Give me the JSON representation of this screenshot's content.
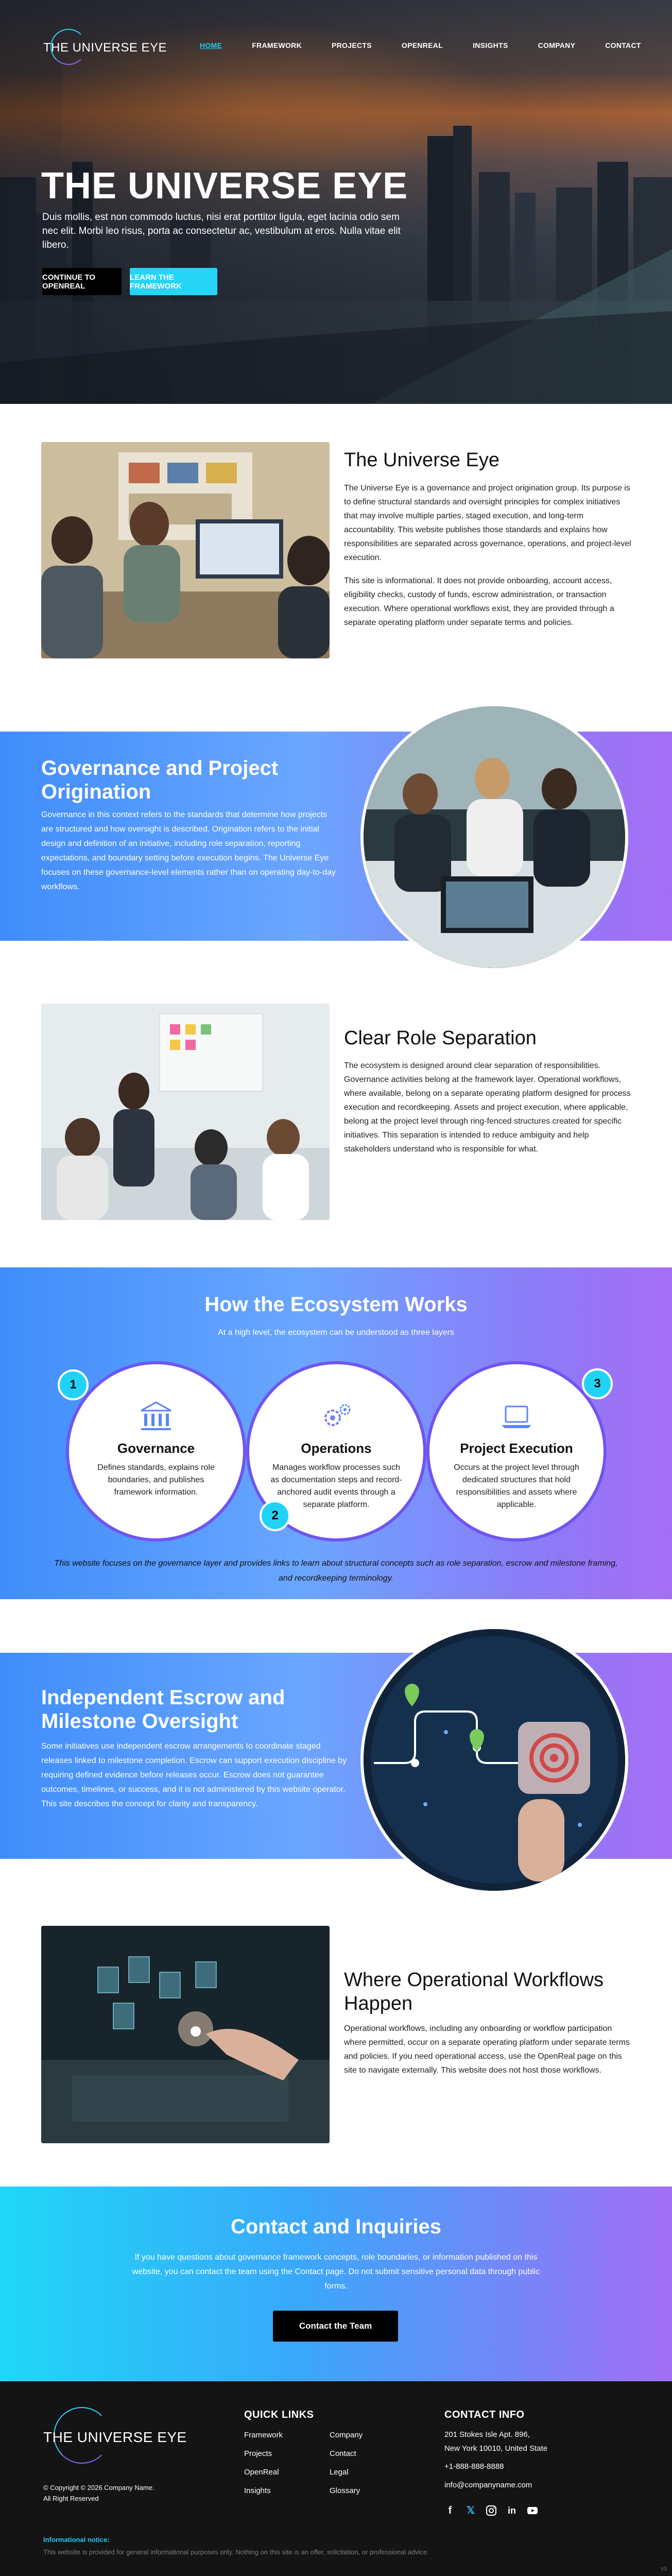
{
  "brand": {
    "name": "THE UNIVERSE EYE"
  },
  "nav": {
    "items": [
      "HOME",
      "FRAMEWORK",
      "PROJECTS",
      "OPENREAL",
      "INSIGHTS",
      "COMPANY",
      "CONTACT"
    ],
    "active": "HOME"
  },
  "hero": {
    "title": "THE UNIVERSE EYE",
    "subtitle": "Duis mollis, est non commodo luctus, nisi erat porttitor ligula, eget lacinia odio sem nec elit. Morbi leo risus, porta ac consectetur ac, vestibulum at eros. Nulla vitae elit libero.",
    "primary_button": "CONTINUE TO OPENREAL",
    "secondary_button": "LEARN THE FRAMEWORK"
  },
  "about": {
    "title": "The Universe Eye",
    "p1": "The Universe Eye is a governance and project origination group. Its purpose is to define structural standards and oversight principles for complex initiatives that may involve multiple parties, staged execution, and long-term accountability. This website publishes those standards and explains how responsibilities are separated across governance, operations, and project-level execution.",
    "p2": "This site is informational. It does not provide onboarding, account access, eligibility checks, custody of funds, escrow administration, or transaction execution. Where operational workflows exist, they are provided through a separate operating platform under separate terms and policies."
  },
  "governance": {
    "title": "Governance and Project Origination",
    "body": "Governance in this context refers to the standards that determine how projects are structured and how oversight is described. Origination refers to the initial design and definition of an initiative, including role separation, reporting expectations, and boundary setting before execution begins. The Universe Eye focuses on these governance-level elements rather than on operating day-to-day workflows."
  },
  "roles": {
    "title": "Clear Role Separation",
    "body": "The ecosystem is designed around clear separation of responsibilities. Governance activities belong at the framework layer. Operational workflows, where available, belong on a separate operating platform designed for process execution and recordkeeping. Assets and project execution, where applicable, belong at the project level through ring-fenced structures created for specific initiatives. This separation is intended to reduce ambiguity and help stakeholders understand who is responsible for what."
  },
  "ecosystem": {
    "title": "How the Ecosystem Works",
    "subtitle": "At a high level, the ecosystem can be understood as three layers",
    "cards": [
      {
        "number": "1",
        "title": "Governance",
        "body": "Defines standards, explains role boundaries, and publishes framework information.",
        "icon": "institution-icon"
      },
      {
        "number": "2",
        "title": "Operations",
        "body": "Manages workflow processes such as documentation steps and record-anchored audit events through a separate platform.",
        "icon": "gears-icon"
      },
      {
        "number": "3",
        "title": "Project Execution",
        "body": "Occurs at the project level through dedicated structures that hold responsibilities and assets where applicable.",
        "icon": "laptop-icon"
      }
    ],
    "note": "This website focuses on the governance layer and provides links to learn about structural concepts such as role separation, escrow and milestone framing, and recordkeeping terminology."
  },
  "escrow": {
    "title": "Independent Escrow and Milestone Oversight",
    "body": "Some initiatives use independent escrow arrangements to coordinate staged releases linked to milestone completion. Escrow can support execution discipline by requiring defined evidence before releases occur. Escrow does not guarantee outcomes, timelines, or success, and it is not administered by this website operator. This site describes the concept for clarity and transparency."
  },
  "workflows": {
    "title": "Where Operational Workflows Happen",
    "body": "Operational workflows, including any onboarding or workflow participation where permitted, occur on a separate operating platform under separate terms and policies. If you need operational access, use the OpenReal page on this site to navigate externally. This website does not host those workflows."
  },
  "contact": {
    "title": "Contact and Inquiries",
    "body": "If you have questions about governance framework concepts, role boundaries, or information published on this website, you can contact the team using the Contact page. Do not submit sensitive personal data through public forms.",
    "button": "Contact the Team"
  },
  "footer": {
    "copyright_line1": "© Copyright © 2026 Company Name.",
    "copyright_line2": "All Right Reserved",
    "quick_links_title": "QUICK LINKS",
    "links_col1": [
      "Framework",
      "Projects",
      "OpenReal",
      "Insights"
    ],
    "links_col2": [
      "Company",
      "Contact",
      "Legal",
      "Glossary"
    ],
    "contact_title": "CONTACT INFO",
    "address_line1": "201 Stokes Isle Apt. 896,",
    "address_line2": "New York 10010, United State",
    "phone": "+1-888-888-8888",
    "email": "info@companyname.com",
    "socials": [
      "facebook-icon",
      "x-icon",
      "instagram-icon",
      "linkedin-icon",
      "youtube-icon"
    ],
    "notice_title": "Informational notice:",
    "notice_body": "This website is provided for general informational purposes only. Nothing on this site is an offer, solicitation, or professional advice.",
    "version": "v3"
  },
  "colors": {
    "accent": "#26d4f6",
    "purple": "#a66ef6",
    "blue": "#3f8dfb",
    "footer_bg": "#141414"
  }
}
